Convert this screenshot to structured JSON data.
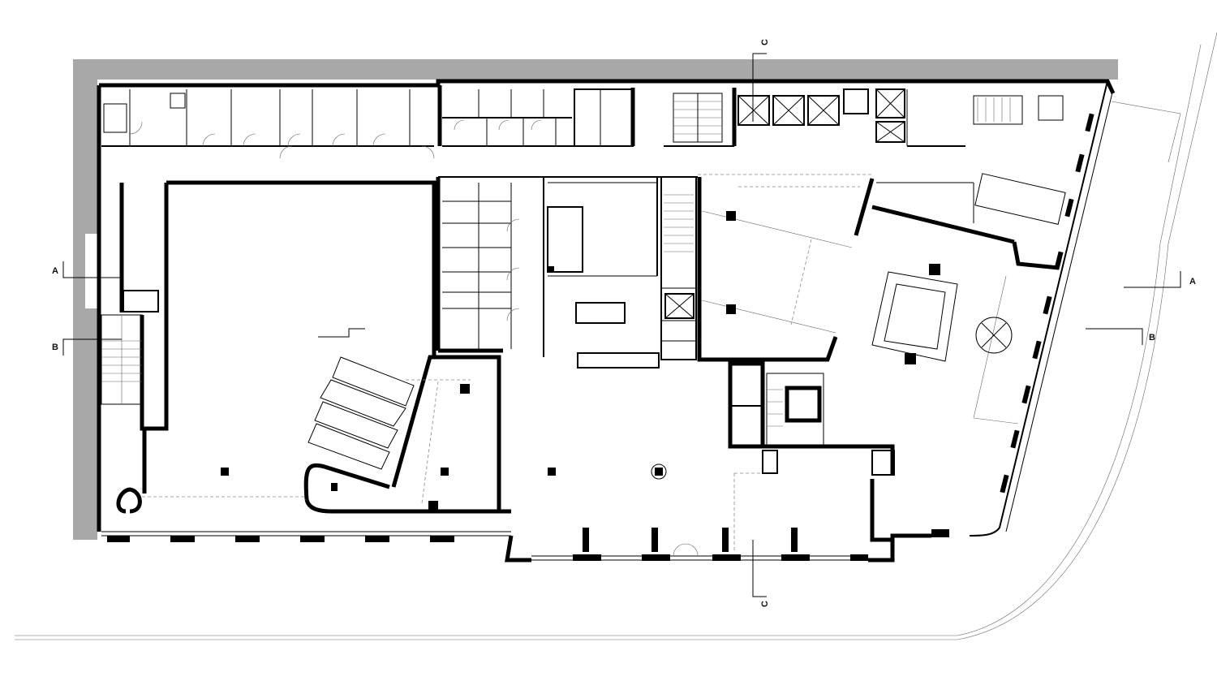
{
  "plan": {
    "section_markers": [
      {
        "id": "marker-a-left",
        "label": "A"
      },
      {
        "id": "marker-b-left",
        "label": "B"
      },
      {
        "id": "marker-a-right",
        "label": "A"
      },
      {
        "id": "marker-b-right",
        "label": "B"
      },
      {
        "id": "marker-c-top",
        "label": "C"
      },
      {
        "id": "marker-c-bottom",
        "label": "C"
      }
    ]
  }
}
